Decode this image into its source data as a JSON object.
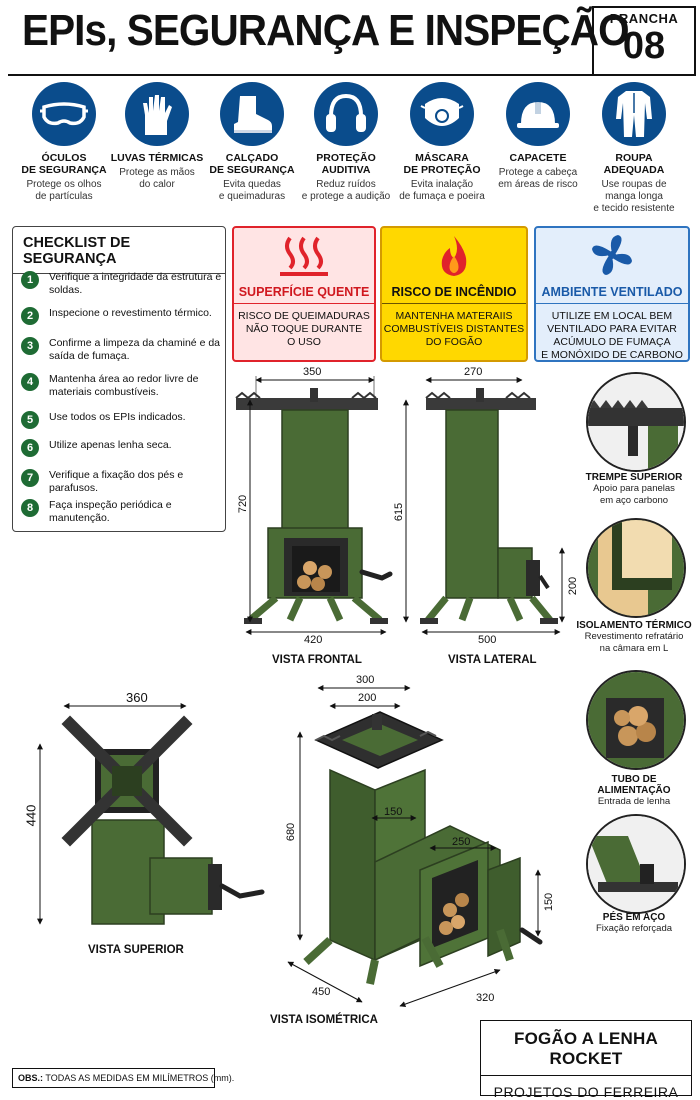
{
  "header": {
    "title": "EPIs, SEGURANÇA E INSPEÇÃO",
    "plate_label": "PRANCHA",
    "plate_number": "08"
  },
  "epis": [
    {
      "icon": "goggles-icon",
      "name": "ÓCULOS\nDE SEGURANÇA",
      "desc": "Protege os olhos\nde partículas"
    },
    {
      "icon": "gloves-icon",
      "name": "LUVAS TÉRMICAS",
      "desc": "Protege as mãos\ndo calor"
    },
    {
      "icon": "boot-icon",
      "name": "CALÇADO\nDE SEGURANÇA",
      "desc": "Evita quedas\ne queimaduras"
    },
    {
      "icon": "earmuffs-icon",
      "name": "PROTEÇÃO AUDITIVA",
      "desc": "Reduz ruídos\ne protege a audição"
    },
    {
      "icon": "mask-icon",
      "name": "MÁSCARA\nDE PROTEÇÃO",
      "desc": "Evita inalação\nde fumaça e poeira"
    },
    {
      "icon": "helmet-icon",
      "name": "CAPACETE",
      "desc": "Protege a cabeça\nem áreas de risco"
    },
    {
      "icon": "coverall-icon",
      "name": "ROUPA ADEQUADA",
      "desc": "Use roupas de\nmanga longa\ne tecido resistente"
    }
  ],
  "checklist": {
    "title": "CHECKLIST DE SEGURANÇA",
    "items": [
      {
        "n": "1",
        "text": "Verifique a integridade da estrutura e soldas."
      },
      {
        "n": "2",
        "text": "Inspecione o revestimento térmico."
      },
      {
        "n": "3",
        "text": "Confirme a limpeza da chaminé e da saída de fumaça."
      },
      {
        "n": "4",
        "text": "Mantenha área ao redor livre de materiais combustíveis."
      },
      {
        "n": "5",
        "text": "Use todos os EPIs indicados."
      },
      {
        "n": "6",
        "text": "Utilize apenas lenha seca."
      },
      {
        "n": "7",
        "text": "Verifique a fixação dos pés e parafusos."
      },
      {
        "n": "8",
        "text": "Faça inspeção periódica e manutenção."
      }
    ]
  },
  "warnings": [
    {
      "icon": "heat-waves-icon",
      "title": "SUPERFÍCIE QUENTE",
      "text": "RISCO DE QUEIMADURAS\nNÃO TOQUE DURANTE\nO USO"
    },
    {
      "icon": "flame-icon",
      "title": "RISCO DE INCÊNDIO",
      "text": "MANTENHA MATERAIIS\nCOMBUSTÍVEIS DISTANTES\nDO FOGÃO"
    },
    {
      "icon": "fan-icon",
      "title": "AMBIENTE VENTILADO",
      "text": "UTILIZE EM LOCAL BEM\nVENTILADO PARA EVITAR\nACÚMULO DE FUMAÇA\nE MONÓXIDO DE CARBONO"
    }
  ],
  "views": {
    "front": {
      "label": "VISTA FRONTAL",
      "width_top": "350",
      "height": "720",
      "width_base": "420"
    },
    "side": {
      "label": "VISTA LATERAL",
      "width_top": "270",
      "height": "615",
      "feed_height": "200",
      "width_base": "500"
    },
    "top": {
      "label": "VISTA SUPERIOR",
      "width": "360",
      "depth": "440"
    },
    "iso": {
      "label": "VISTA ISOMÉTRICA",
      "outer": "300",
      "inner": "200",
      "height": "680",
      "col": "150",
      "feed_len": "250",
      "feed_h": "150",
      "base_w": "450",
      "base_d": "320"
    }
  },
  "details": [
    {
      "name": "TREMPE SUPERIOR",
      "desc": "Apoio para panelas\nem aço carbono"
    },
    {
      "name": "ISOLAMENTO TÉRMICO",
      "desc": "Revestimento refratário\nna câmara em L"
    },
    {
      "name": "TUBO DE ALIMENTAÇÃO",
      "desc": "Entrada de lenha"
    },
    {
      "name": "PÉS EM AÇO",
      "desc": "Fixação reforçada"
    }
  ],
  "footer": {
    "product": "FOGÃO A LENHA ROCKET",
    "author": "PROJETOS DO FERREIRA",
    "obs_label": "OBS.:",
    "obs_text": "TODAS AS MEDIDAS EM MILÍMETROS (mm)."
  },
  "colors": {
    "steel_green": "#4a6b35",
    "epi_blue": "#0a4c8c",
    "check_green": "#1e6b34",
    "hot_red": "#e0232b",
    "fire_yellow": "#ffd800",
    "vent_blue": "#2f74c0"
  }
}
